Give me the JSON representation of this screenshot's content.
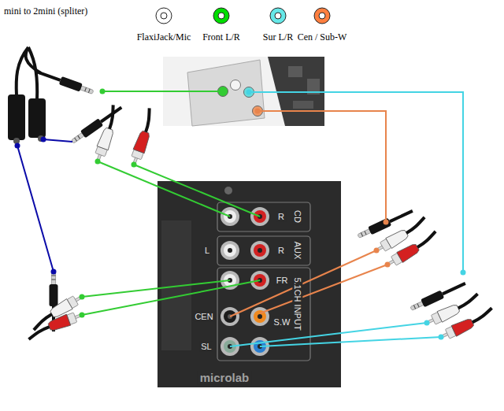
{
  "diagram": {
    "labels": [
      "mini to 2mini (spliter)",
      "CD",
      "R",
      "L",
      "R",
      "AUX",
      "FR",
      "CEN",
      "S.W",
      "SL",
      "5.1CH INPUT",
      "microlab"
    ],
    "legend": [
      {
        "text": "FlaxiJack/Mic",
        "color": "#ffffff"
      },
      {
        "text": "Front L/R",
        "color": "#00dd00"
      },
      {
        "text": "Sur L/R",
        "color": "#66e8e8"
      },
      {
        "text": "Cen / Sub-W",
        "color": "#ff7f3f"
      }
    ]
  }
}
